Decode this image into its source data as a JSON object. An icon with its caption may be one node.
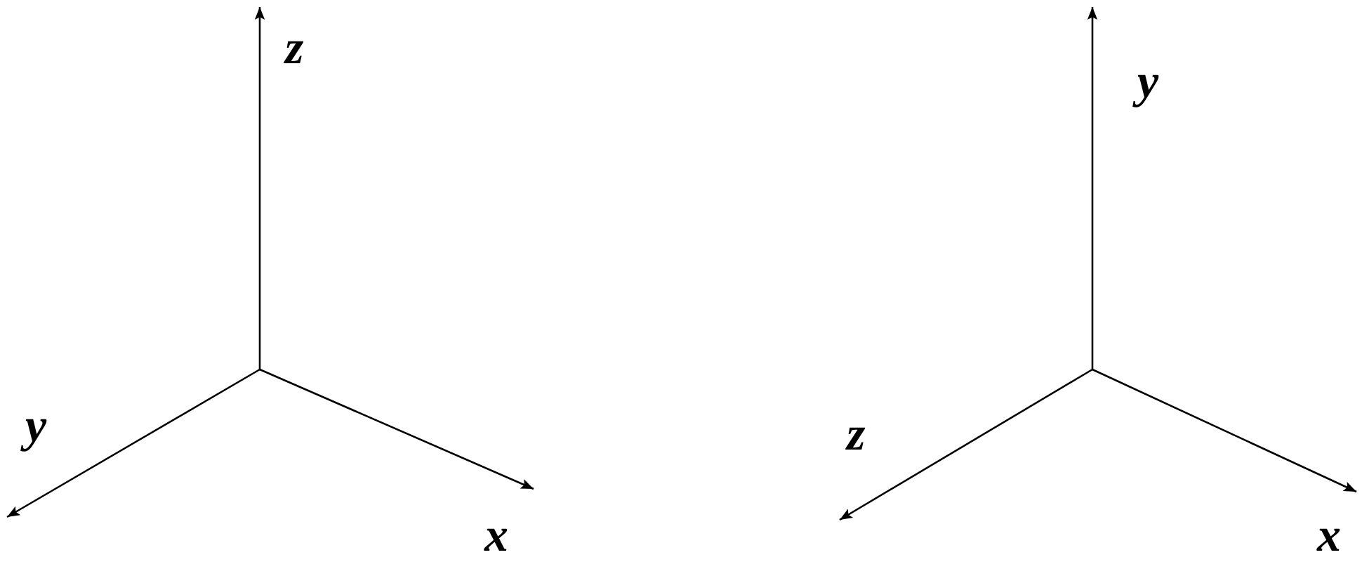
{
  "diagram": {
    "labels": [
      "z",
      "y",
      "x",
      "y",
      "z",
      "x"
    ]
  }
}
